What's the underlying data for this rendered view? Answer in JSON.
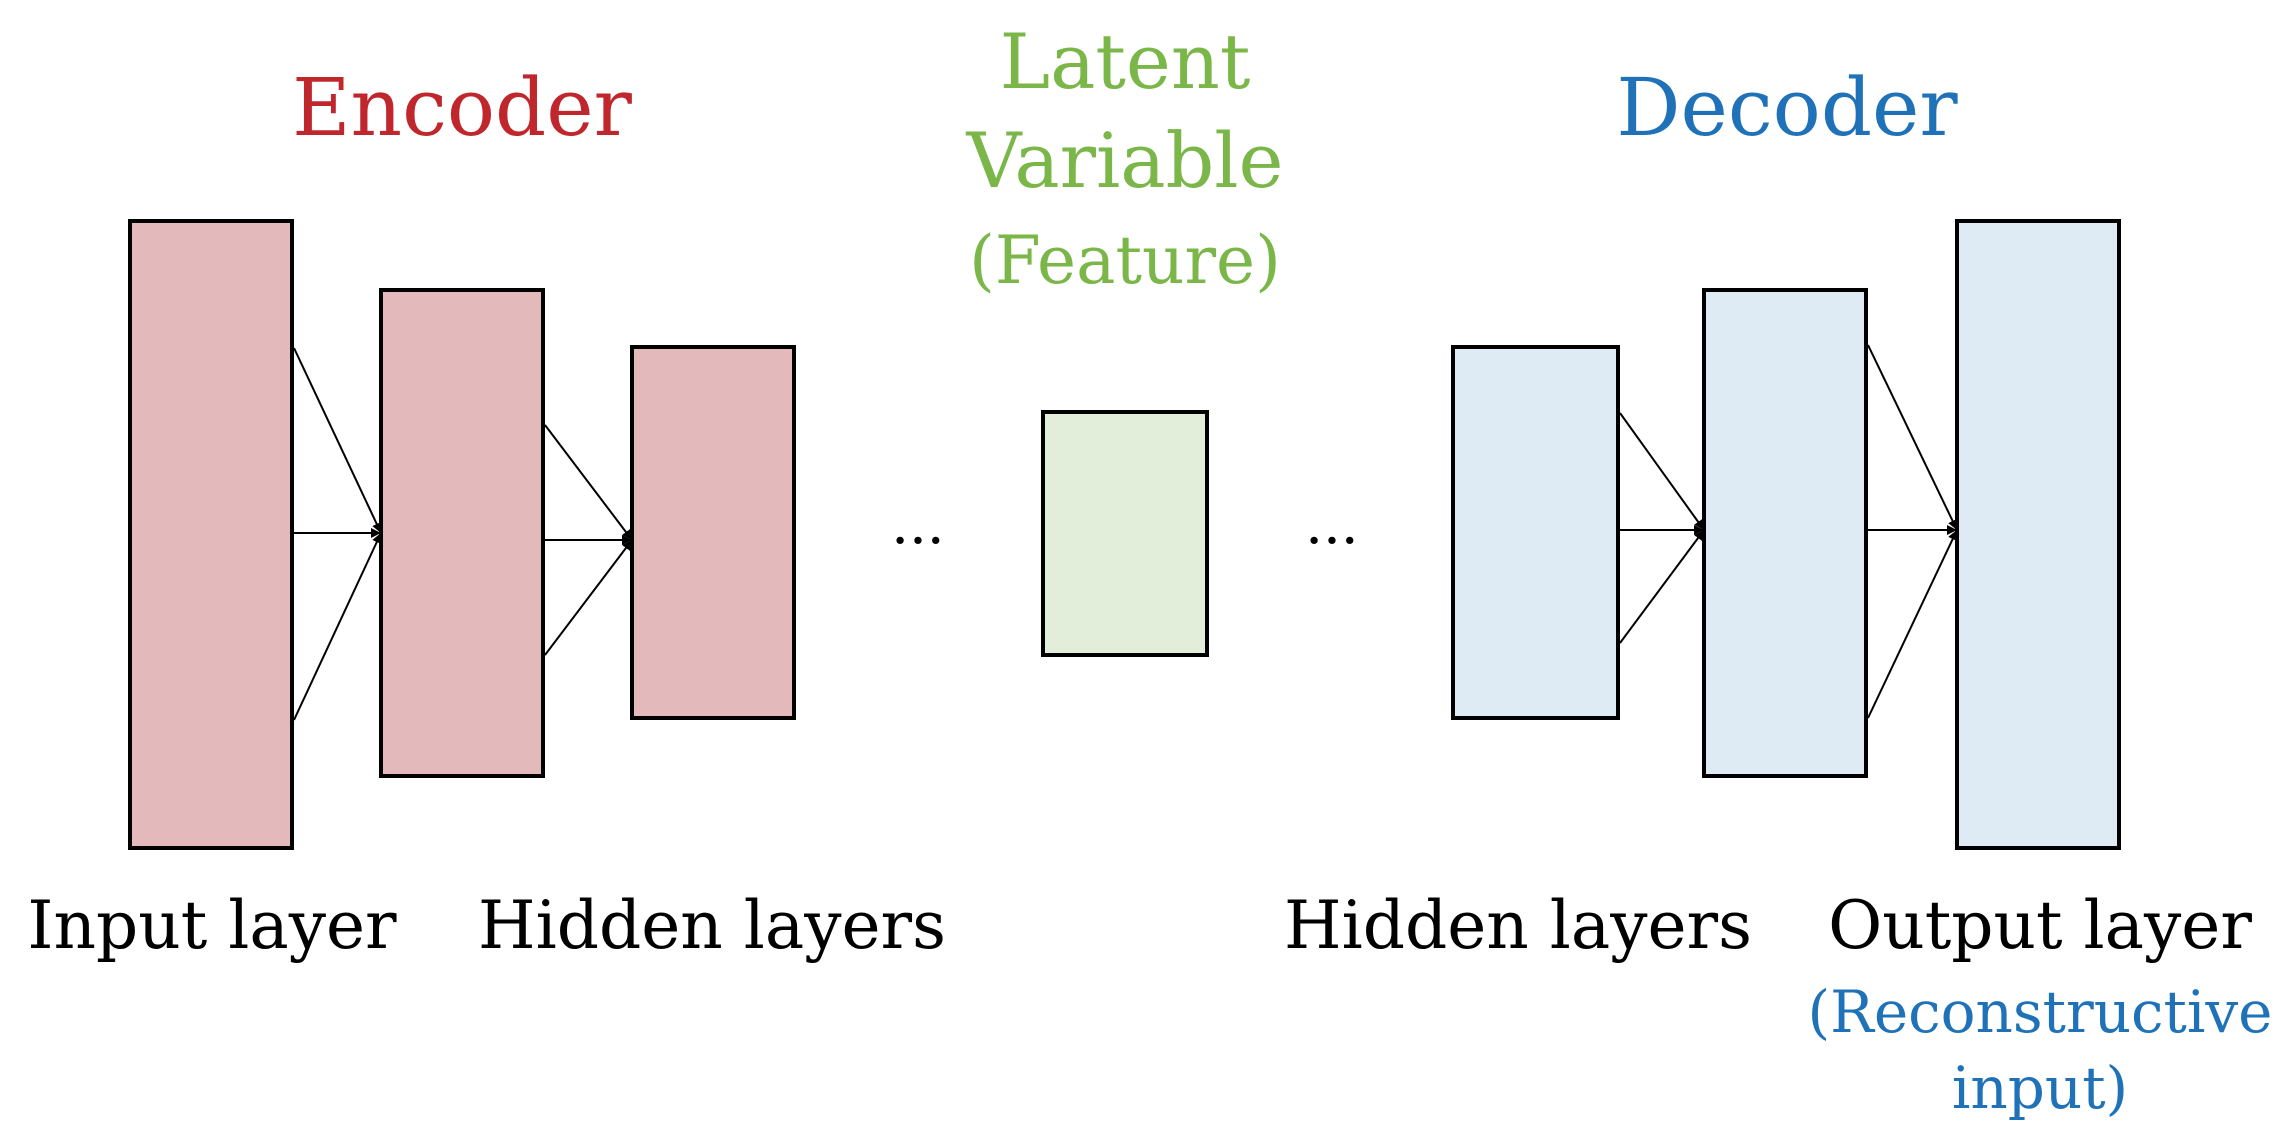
{
  "colors": {
    "encoder": "#c0272d",
    "latent": "#7ab648",
    "decoder": "#1f72b8",
    "encoder_fill": "#e3b9bb",
    "latent_fill": "#e2eed9",
    "decoder_fill": "#deebf5",
    "stroke": "#000000"
  },
  "sections": {
    "encoder_title": "Encoder",
    "latent_line1": "Latent",
    "latent_line2": "Variable",
    "latent_line3": "(Feature)",
    "decoder_title": "Decoder"
  },
  "labels": {
    "input_layer": "Input layer",
    "encoder_hidden": "Hidden layers",
    "decoder_hidden": "Hidden layers",
    "output_layer": "Output layer",
    "output_note_line1": "(Reconstructive",
    "output_note_line2": "input)"
  },
  "ellipsis": "···"
}
